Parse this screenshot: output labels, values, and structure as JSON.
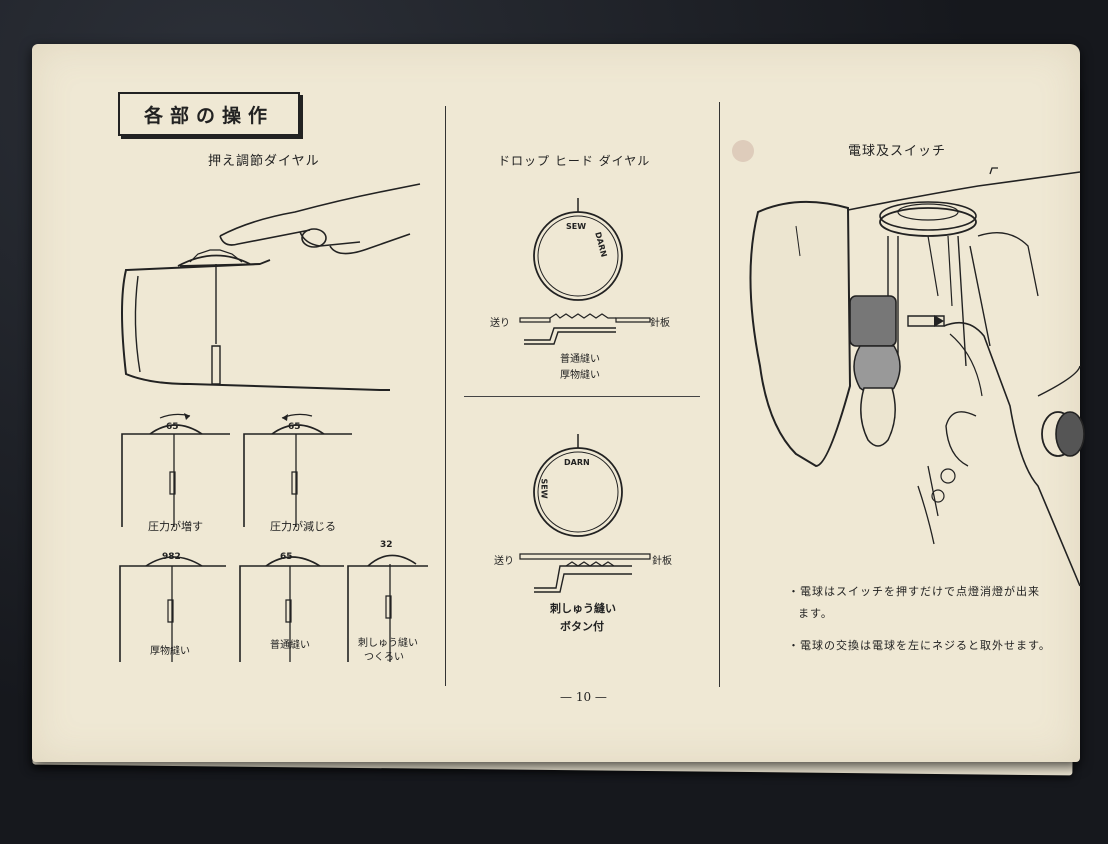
{
  "page": {
    "section_title": "各部の操作",
    "page_number": "— 10 —"
  },
  "left": {
    "heading": "押え調節ダイヤル",
    "dials": [
      {
        "marking": "65",
        "caption": "圧力が増す"
      },
      {
        "marking": "65",
        "caption": "圧力が減じる"
      },
      {
        "marking": "982",
        "caption": "厚物縫い"
      },
      {
        "marking": "65",
        "caption": "普通縫い"
      },
      {
        "marking": "32",
        "caption": "刺しゅう縫い",
        "caption2": "つくろい"
      }
    ]
  },
  "middle": {
    "heading": "ドロップ ヒード ダイヤル",
    "upper": {
      "dial_sew": "SEW",
      "dial_darn": "DARN",
      "left_label": "送り",
      "right_label": "針板",
      "caption1": "普通縫い",
      "caption2": "厚物縫い"
    },
    "lower": {
      "dial_sew": "SEW",
      "dial_darn": "DARN",
      "left_label": "送り",
      "right_label": "針板",
      "caption1": "刺しゅう縫い",
      "caption2": "ボタン付"
    }
  },
  "right": {
    "heading": "電球及スイッチ",
    "notes": [
      "・電球はスイッチを押すだけで点燈消燈が出来",
      "ます。",
      "・電球の交換は電球を左にネジると取外せます。"
    ]
  }
}
